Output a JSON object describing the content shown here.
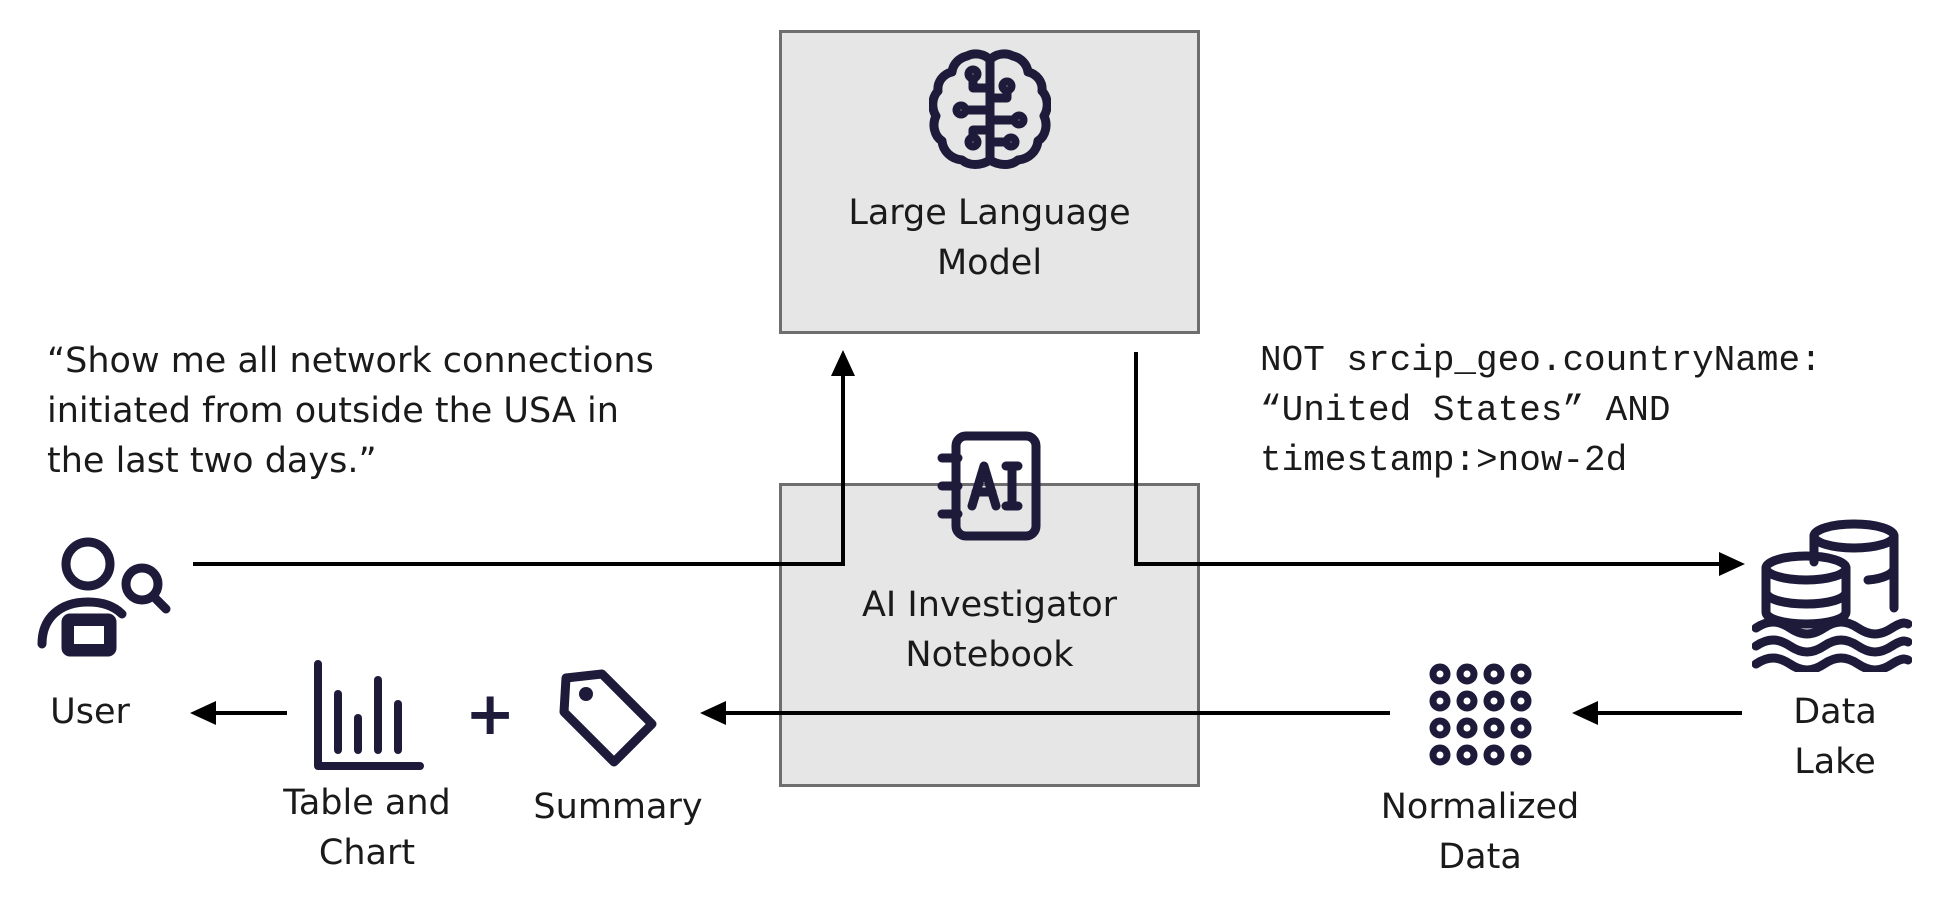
{
  "nodes": {
    "llm": {
      "line1": "Large Language",
      "line2": "Model"
    },
    "notebook": {
      "line1": "AI Investigator",
      "line2": "Notebook"
    },
    "user": {
      "label": "User"
    },
    "data_lake": {
      "line1": "Data",
      "line2": "Lake"
    },
    "normalized_data": {
      "line1": "Normalized",
      "line2": "Data"
    },
    "table_chart": {
      "line1": "Table and",
      "line2": "Chart"
    },
    "summary": {
      "label": "Summary"
    }
  },
  "plus": "+",
  "query": {
    "line1": "“Show me all network connections",
    "line2": "initiated from outside the USA in",
    "line3": "the last two days.”"
  },
  "code": {
    "line1": "NOT srcip_geo.countryName:",
    "line2": "“United States” AND",
    "line3": "timestamp:>now-2d"
  },
  "icons": {
    "llm": "brain-circuit-icon",
    "notebook": "ai-notebook-icon",
    "user": "user-search-icon",
    "data_lake": "database-water-icon",
    "normalized_data": "dot-grid-icon",
    "table_chart": "bar-chart-icon",
    "summary": "tag-icon"
  },
  "colors": {
    "icon": "#1d1a3a",
    "box_fill": "#e6e6e6",
    "box_border": "#6e6e6e",
    "arrow": "#000000"
  }
}
